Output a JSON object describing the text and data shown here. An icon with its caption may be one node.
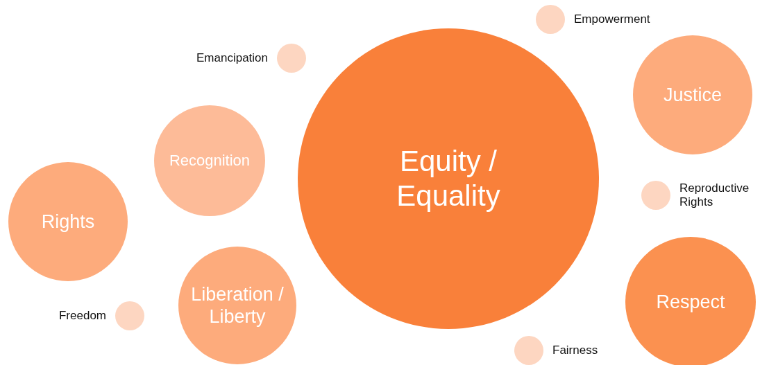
{
  "diagram": {
    "nodes": [
      {
        "text": [],
        "shape": "circle",
        "beside": [
          "Empowerment"
        ]
      },
      {
        "text": [],
        "shape": "circle",
        "beside": [
          "Emancipation"
        ]
      },
      {
        "text": [
          "Justice"
        ]
      },
      {
        "text": [
          "Recognition"
        ]
      },
      {
        "text": [
          "Equity / Equality"
        ]
      },
      {
        "text": [],
        "shape": "circle",
        "beside": [
          "Reproductive Rights"
        ]
      },
      {
        "text": [
          "Rights"
        ]
      },
      {
        "text": [
          "Respect"
        ]
      },
      {
        "text": [
          "Liberation / Liberty"
        ]
      },
      {
        "text": [],
        "shape": "circle",
        "beside": [
          "Freedom"
        ]
      },
      {
        "text": [],
        "shape": "circle",
        "beside": [
          "Fairness"
        ]
      }
    ]
  }
}
